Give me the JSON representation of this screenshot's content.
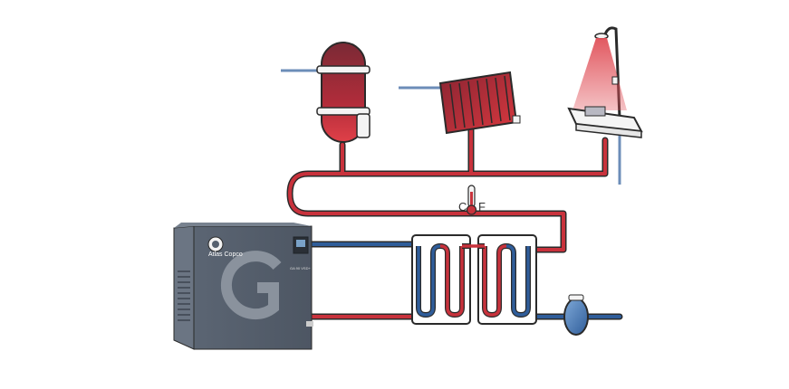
{
  "thermometer": {
    "unit_left": "C",
    "unit_right": "F"
  },
  "compressor": {
    "brand_text": "Atlas Copco",
    "letter": "G",
    "model_text": "GA 90 VSD+"
  },
  "colors": {
    "hot": "#c8323c",
    "cold": "#2f5d9a",
    "compressor_body": "#55606e",
    "compressor_dark": "#434c58",
    "outline": "#2a2a2a",
    "background": "#ffffff"
  },
  "icons": {
    "tank": "hot-water-tank-icon",
    "radiator": "radiator-icon",
    "shower": "shower-icon",
    "thermometer": "thermometer-icon",
    "heat_exchanger": "heat-exchanger-icon",
    "compressor": "air-compressor-icon",
    "pump": "pump-icon"
  }
}
